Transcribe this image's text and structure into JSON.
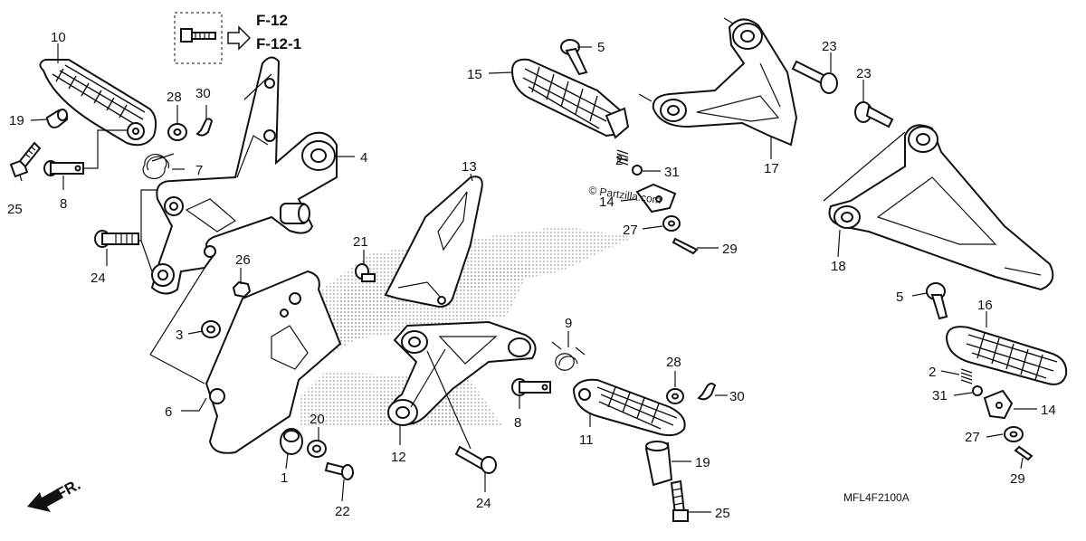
{
  "reference_box": {
    "line1": "F-12",
    "line2": "F-12-1"
  },
  "diagram_code": "MFL4F2100A",
  "watermark": "© Partzilla.com",
  "front_label": "FR.",
  "icons": {
    "front_arrow": "front-arrow-icon",
    "reference_arrow": "outline-arrow-icon"
  },
  "callouts": [
    {
      "id": "c10a",
      "label": "10"
    },
    {
      "id": "c19a",
      "label": "19"
    },
    {
      "id": "c25a",
      "label": "25"
    },
    {
      "id": "c8a",
      "label": "8"
    },
    {
      "id": "c28a",
      "label": "28"
    },
    {
      "id": "c30a",
      "label": "30"
    },
    {
      "id": "c7",
      "label": "7"
    },
    {
      "id": "c4",
      "label": "4"
    },
    {
      "id": "c24a",
      "label": "24"
    },
    {
      "id": "c26",
      "label": "26"
    },
    {
      "id": "c3",
      "label": "3"
    },
    {
      "id": "c6",
      "label": "6"
    },
    {
      "id": "c1",
      "label": "1"
    },
    {
      "id": "c20",
      "label": "20"
    },
    {
      "id": "c22",
      "label": "22"
    },
    {
      "id": "c21",
      "label": "21"
    },
    {
      "id": "c13",
      "label": "13"
    },
    {
      "id": "c12",
      "label": "12"
    },
    {
      "id": "c24b",
      "label": "24"
    },
    {
      "id": "c9",
      "label": "9"
    },
    {
      "id": "c8b",
      "label": "8"
    },
    {
      "id": "c11",
      "label": "11"
    },
    {
      "id": "c28b",
      "label": "28"
    },
    {
      "id": "c30b",
      "label": "30"
    },
    {
      "id": "c19b",
      "label": "19"
    },
    {
      "id": "c25b",
      "label": "25"
    },
    {
      "id": "c5a",
      "label": "5"
    },
    {
      "id": "c15",
      "label": "15"
    },
    {
      "id": "c2a",
      "label": "2"
    },
    {
      "id": "c31a",
      "label": "31"
    },
    {
      "id": "c14a",
      "label": "14"
    },
    {
      "id": "c27a",
      "label": "27"
    },
    {
      "id": "c29a",
      "label": "29"
    },
    {
      "id": "c17",
      "label": "17"
    },
    {
      "id": "c23a",
      "label": "23"
    },
    {
      "id": "c23b",
      "label": "23"
    },
    {
      "id": "c18",
      "label": "18"
    },
    {
      "id": "c5b",
      "label": "5"
    },
    {
      "id": "c16",
      "label": "16"
    },
    {
      "id": "c2b",
      "label": "2"
    },
    {
      "id": "c31b",
      "label": "31"
    },
    {
      "id": "c14b",
      "label": "14"
    },
    {
      "id": "c27b",
      "label": "27"
    },
    {
      "id": "c29b",
      "label": "29"
    }
  ]
}
